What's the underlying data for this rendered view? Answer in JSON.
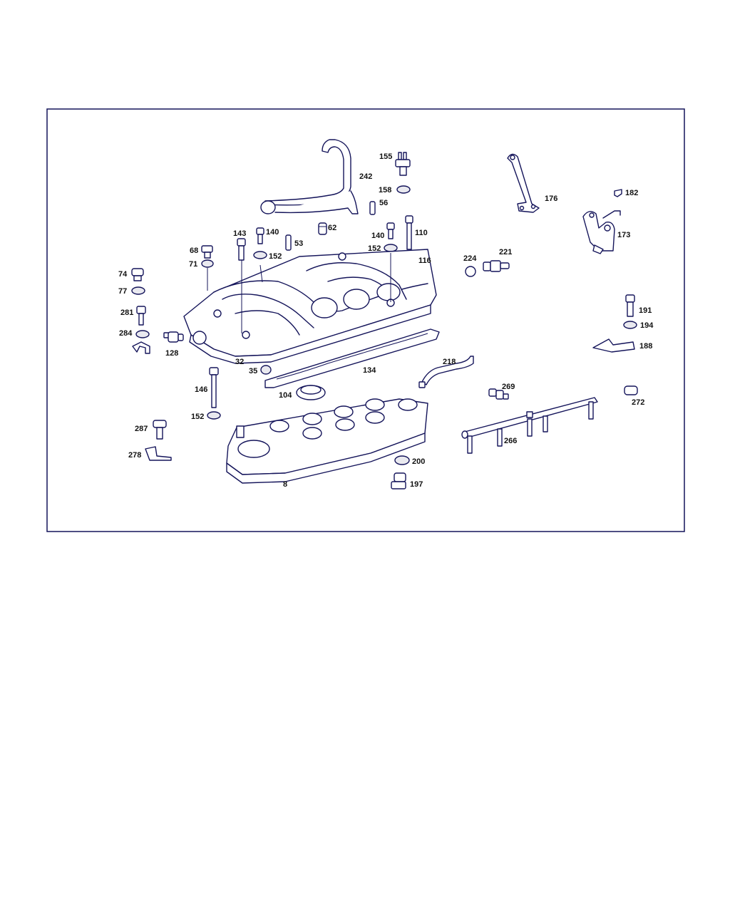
{
  "labels": {
    "l8": "8",
    "l32": "32",
    "l35": "35",
    "l53": "53",
    "l56": "56",
    "l62": "62",
    "l68": "68",
    "l71": "71",
    "l74": "74",
    "l77": "77",
    "l104": "104",
    "l110": "110",
    "l116": "116",
    "l128": "128",
    "l134": "134",
    "l140a": "140",
    "l140b": "140",
    "l143": "143",
    "l146": "146",
    "l152a": "152",
    "l152b": "152",
    "l152c": "152",
    "l155": "155",
    "l158": "158",
    "l173": "173",
    "l176": "176",
    "l182": "182",
    "l188": "188",
    "l191": "191",
    "l194": "194",
    "l197": "197",
    "l200": "200",
    "l218": "218",
    "l221": "221",
    "l224": "224",
    "l242": "242",
    "l266": "266",
    "l269": "269",
    "l272": "272",
    "l278": "278",
    "l281": "281",
    "l284": "284",
    "l287": "287"
  },
  "colors": {
    "line": "#14145a",
    "text": "#111111",
    "background": "#ffffff"
  }
}
